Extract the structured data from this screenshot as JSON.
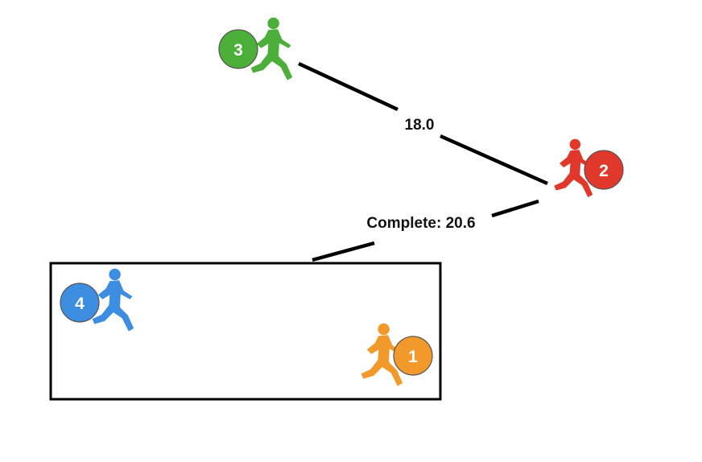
{
  "edges": [
    {
      "label": "18.0"
    },
    {
      "label": "Complete: 20.6"
    }
  ],
  "players": [
    {
      "number": "1",
      "color": "#f19a2b"
    },
    {
      "number": "2",
      "color": "#e0392b"
    },
    {
      "number": "3",
      "color": "#4caf3a"
    },
    {
      "number": "4",
      "color": "#3d8de0"
    }
  ],
  "icons": {
    "player": "running-person-icon",
    "badge": "number-badge"
  }
}
